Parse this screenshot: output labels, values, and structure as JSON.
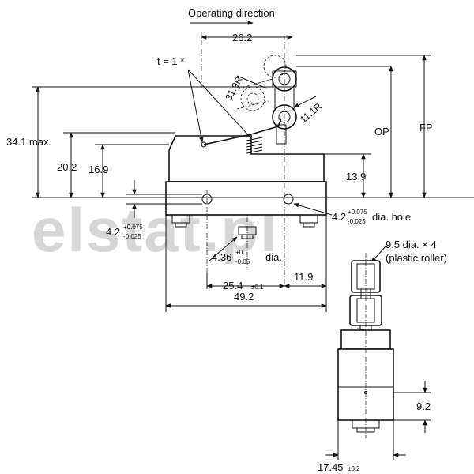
{
  "watermark": "elstat.pl",
  "labels": {
    "operating_direction": "Operating direction",
    "dim_26_2": "26.2",
    "t_equals": "t = 1 *",
    "dim_31_9R": "31.9R",
    "dim_11_1R": "11.1R",
    "dim_34_1_max": "34.1 max.",
    "dim_20_2": "20.2",
    "dim_16_9": "16.9",
    "dim_op": "OP",
    "dim_fp": "FP",
    "dim_13_9": "13.9",
    "hole_main": "4.2",
    "hole_sup": "+0.075",
    "hole_sub": "-0.025",
    "hole_suffix": "dia. hole",
    "left_4_2": "4.2",
    "left_sup": "+0.075",
    "left_sub": "-0.025",
    "roller_label_1": "9.5 dia. × 4",
    "roller_label_2": "(plastic roller)",
    "dia_main": "4.36",
    "dia_sup": "+0.1",
    "dia_sub": "-0.05",
    "dia_suffix": "dia.",
    "dim_25_4": "25.4",
    "dim_25_4_tol": "±0.1",
    "dim_11_9": "11.9",
    "dim_49_2": "49.2",
    "dim_9_2": "9.2",
    "dim_17_45": "17.45",
    "dim_17_45_tol": "±0.2"
  }
}
